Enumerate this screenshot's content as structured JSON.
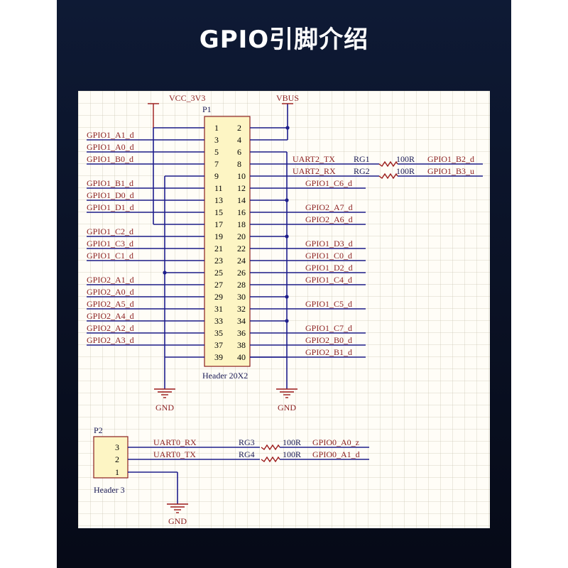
{
  "title": "GPIO引脚介绍",
  "p1": {
    "ref": "P1",
    "model": "Header 20X2",
    "vcc": "VCC_3V3",
    "vbus": "VBUS",
    "gnd": "GND",
    "left_nets": [
      {
        "pin": 3,
        "label": "GPIO1_A1_d"
      },
      {
        "pin": 5,
        "label": "GPIO1_A0_d"
      },
      {
        "pin": 7,
        "label": "GPIO1_B0_d"
      },
      {
        "pin": 11,
        "label": "GPIO1_B1_d"
      },
      {
        "pin": 13,
        "label": "GPIO1_D0_d"
      },
      {
        "pin": 15,
        "label": "GPIO1_D1_d"
      },
      {
        "pin": 19,
        "label": "GPIO1_C2_d"
      },
      {
        "pin": 21,
        "label": "GPIO1_C3_d"
      },
      {
        "pin": 23,
        "label": "GPIO1_C1_d"
      },
      {
        "pin": 27,
        "label": "GPIO2_A1_d"
      },
      {
        "pin": 29,
        "label": "GPIO2_A0_d"
      },
      {
        "pin": 31,
        "label": "GPIO2_A5_d"
      },
      {
        "pin": 33,
        "label": "GPIO2_A4_d"
      },
      {
        "pin": 35,
        "label": "GPIO2_A2_d"
      },
      {
        "pin": 37,
        "label": "GPIO2_A3_d"
      }
    ],
    "right_nets": [
      {
        "pin": 12,
        "label": "GPIO1_C6_d"
      },
      {
        "pin": 16,
        "label": "GPIO2_A7_d"
      },
      {
        "pin": 18,
        "label": "GPIO2_A6_d"
      },
      {
        "pin": 22,
        "label": "GPIO1_D3_d"
      },
      {
        "pin": 24,
        "label": "GPIO1_C0_d"
      },
      {
        "pin": 26,
        "label": "GPIO1_D2_d"
      },
      {
        "pin": 28,
        "label": "GPIO1_C4_d"
      },
      {
        "pin": 32,
        "label": "GPIO1_C5_d"
      },
      {
        "pin": 36,
        "label": "GPIO1_C7_d"
      },
      {
        "pin": 38,
        "label": "GPIO2_B0_d"
      },
      {
        "pin": 40,
        "label": "GPIO2_B1_d"
      }
    ],
    "uart": [
      {
        "pin": 8,
        "label": "UART2_TX",
        "res": "RG1",
        "value": "100R",
        "net": "GPIO1_B2_d"
      },
      {
        "pin": 10,
        "label": "UART2_RX",
        "res": "RG2",
        "value": "100R",
        "net": "GPIO1_B3_u"
      }
    ]
  },
  "p2": {
    "ref": "P2",
    "model": "Header 3",
    "gnd": "GND",
    "pins": [
      "3",
      "2",
      "1"
    ],
    "uart": [
      {
        "label": "UART0_RX",
        "res": "RG3",
        "value": "100R",
        "net": "GPIO0_A0_z"
      },
      {
        "label": "UART0_TX",
        "res": "RG4",
        "value": "100R",
        "net": "GPIO0_A1_d"
      }
    ]
  }
}
